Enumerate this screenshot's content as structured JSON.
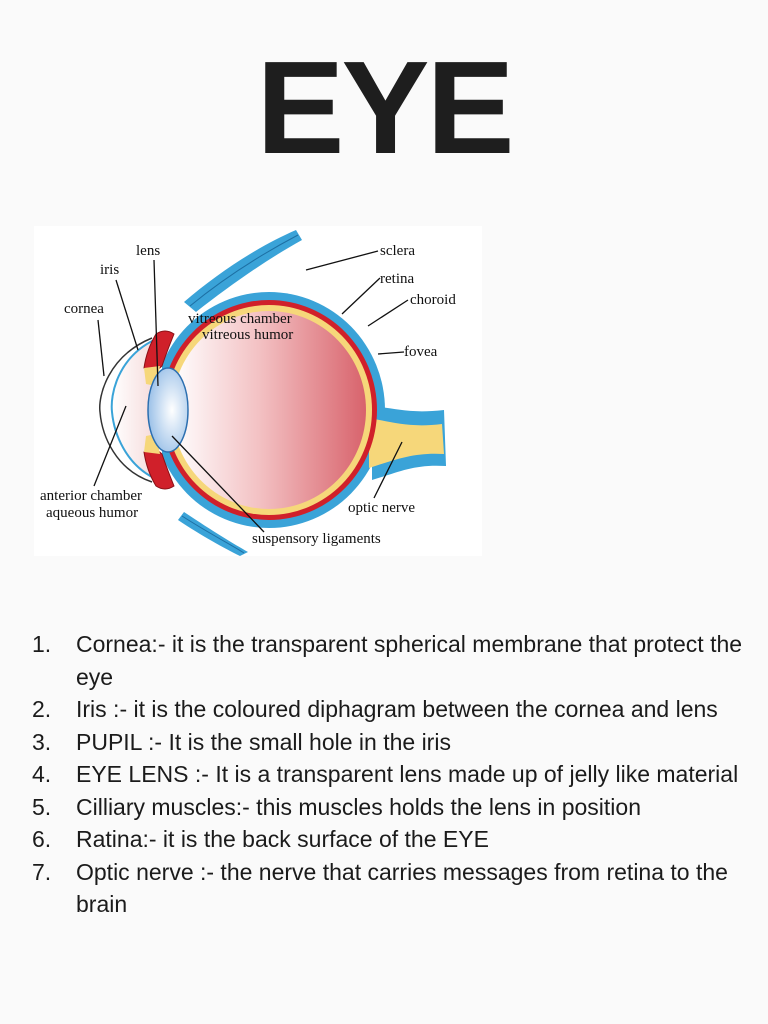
{
  "title": "EYE",
  "diagram": {
    "labels": {
      "lens": "lens",
      "iris": "iris",
      "cornea": "cornea",
      "sclera": "sclera",
      "retina": "retina",
      "choroid": "choroid",
      "vitreous_chamber": "vitreous chamber",
      "vitreous_humor": "vitreous humor",
      "fovea": "fovea",
      "anterior_chamber": "anterior chamber",
      "aqueous_humor": "aqueous humor",
      "optic_nerve": "optic nerve",
      "suspensory_ligaments": "suspensory ligaments"
    },
    "colors": {
      "sclera": "#3aa3d8",
      "choroid": "#d0202a",
      "retina": "#f6d77a",
      "vitreous": "#e07a80",
      "lens": "#9cc4ea"
    }
  },
  "items": [
    {
      "num": "1.",
      "text": "Cornea:- it is the transparent spherical membrane that protect the eye"
    },
    {
      "num": "2.",
      "text": "Iris :- it is the coloured diphagram between the cornea and lens"
    },
    {
      "num": "3.",
      "text": "PUPIL :- It is the small hole in the iris"
    },
    {
      "num": "4.",
      "text": "EYE LENS :- It is a transparent lens made up of jelly like material"
    },
    {
      "num": "5.",
      "text": "Cilliary muscles:- this muscles holds the lens in position"
    },
    {
      "num": "6.",
      "text": "Ratina:- it is the back surface of the EYE"
    },
    {
      "num": "7.",
      "text": "Optic nerve :- the nerve that carries messages from retina to the brain"
    }
  ]
}
